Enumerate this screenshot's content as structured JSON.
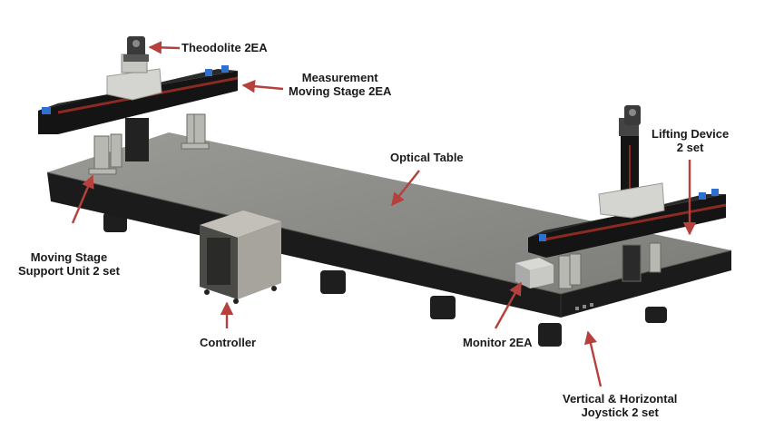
{
  "labels": {
    "theodolite": [
      "Theodolite 2EA"
    ],
    "measurement_stage": [
      "Measurement",
      "Moving Stage 2EA"
    ],
    "lifting_device": [
      "Lifting Device",
      "2 set"
    ],
    "optical_table": [
      "Optical Table"
    ],
    "support_unit": [
      "Moving Stage",
      "Support Unit 2 set"
    ],
    "controller": [
      "Controller"
    ],
    "monitor": [
      "Monitor 2EA"
    ],
    "joystick": [
      "Vertical & Horizontal",
      "Joystick 2 set"
    ]
  },
  "colors": {
    "arrow": "#b5403c",
    "table_top": "#8a8a86",
    "table_side": "#1b1b1b",
    "stage_body": "#141414",
    "stage_rail": "#8b2a22",
    "carriage": "#d4d4d0",
    "controller": "#a6a49c",
    "blue_accent": "#2f6fd0"
  }
}
